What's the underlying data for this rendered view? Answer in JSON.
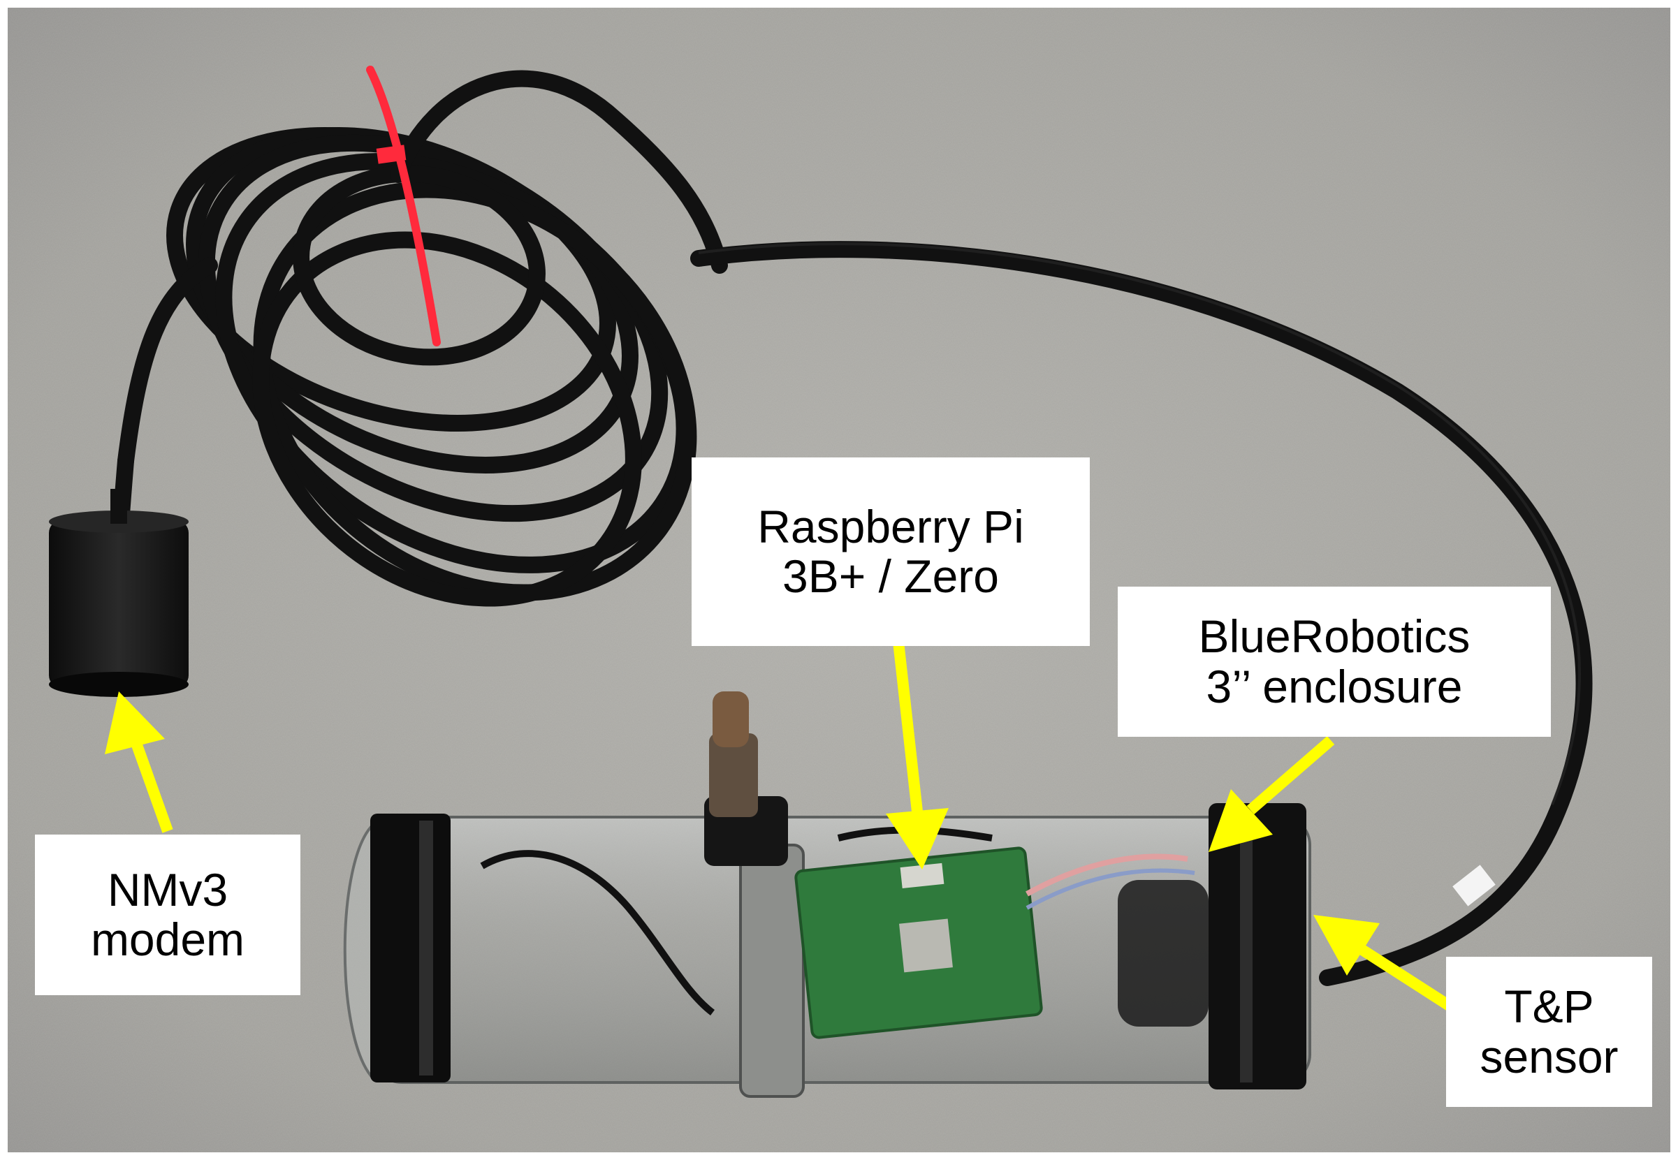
{
  "image": {
    "description_icon": "photo-underwater-sensor-assembly",
    "colors": {
      "background": "#a7a7a2",
      "cable": "#111111",
      "arrow": "#ffff00",
      "label_bg": "#ffffff",
      "label_text": "#000000",
      "pcb": "#2f7a3c",
      "zip_tie": "#ff2a3c"
    }
  },
  "labels": {
    "rpi": {
      "line1": "Raspberry Pi",
      "line2": "3B+ / Zero"
    },
    "enclosure": {
      "line1": "BlueRobotics",
      "line2": "3’’ enclosure"
    },
    "modem": {
      "line1": "NMv3",
      "line2": "modem"
    },
    "sensor": {
      "line1": "T&P",
      "line2": "sensor"
    }
  }
}
